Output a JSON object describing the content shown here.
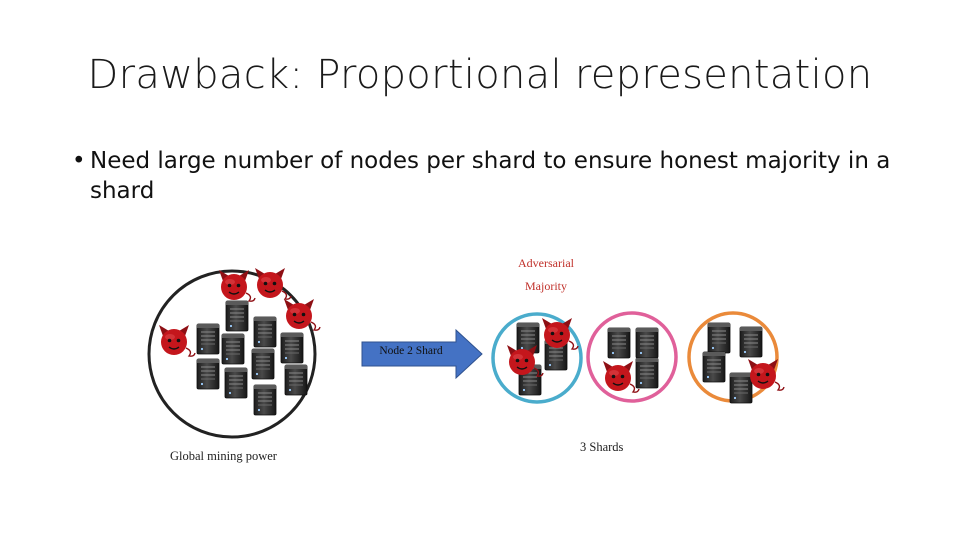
{
  "title": "Drawback: Proportional representation",
  "bullets": [
    {
      "dot": "•",
      "text": "Need large number of nodes per shard to ensure honest majority in a shard"
    }
  ],
  "labels": {
    "adversarial_line1": "Adversarial",
    "adversarial_line2": "Majority",
    "arrow": "Node 2 Shard",
    "global": "Global mining power",
    "shards": "3 Shards"
  },
  "colors": {
    "global_circle": "#222222",
    "shard_1": "#4aaccc",
    "shard_2": "#e0609a",
    "shard_3": "#ea8a3a",
    "arrow": "#4472c4",
    "devil": "#c4161c",
    "adversarial_text": "#c0302a"
  },
  "icons": {
    "server": "server-icon",
    "devil": "devil-icon"
  }
}
